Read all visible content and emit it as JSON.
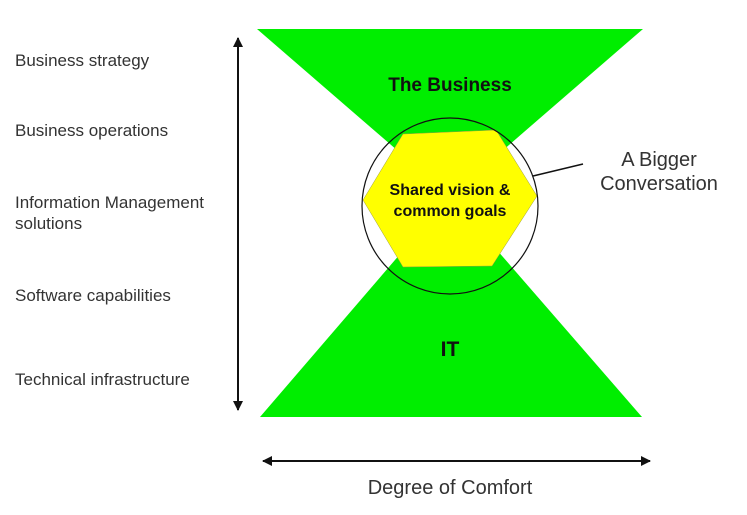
{
  "levels": [
    "Business strategy",
    "Business operations",
    "Information Management solutions",
    "Software capabilities",
    "Technical infrastructure"
  ],
  "diagram": {
    "top_label": "The Business",
    "bottom_label": "IT",
    "center_label_line1": "Shared vision &",
    "center_label_line2": "common goals",
    "callout_line1": "A Bigger",
    "callout_line2": "Conversation",
    "x_axis_label": "Degree of Comfort"
  },
  "colors": {
    "hourglass": "#00ee00",
    "hexagon": "#ffff00",
    "outline": "#111111",
    "text": "#333333"
  }
}
